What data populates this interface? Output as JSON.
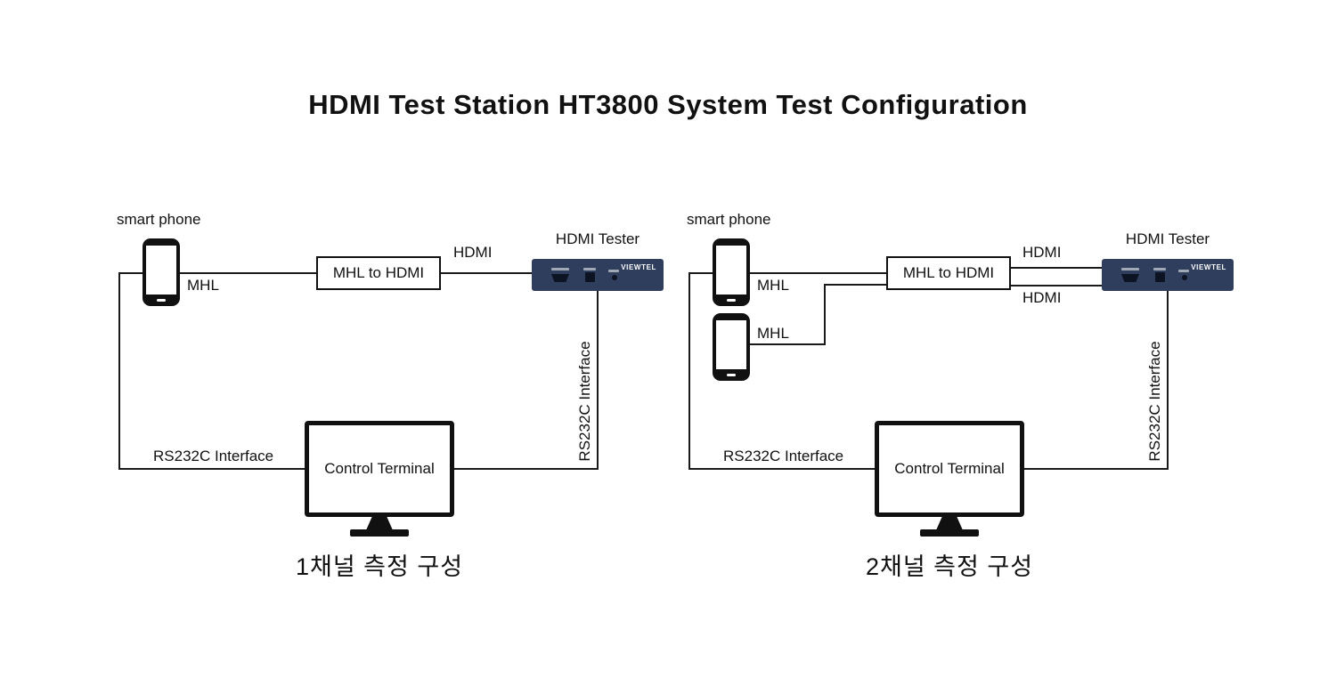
{
  "title": "HDMI Test Station HT3800 System Test Configuration",
  "colors": {
    "line": "#1a1a1a",
    "tester_bg": "#2f3e5c",
    "text": "#111111"
  },
  "d1": {
    "caption": "1채널 측정 구성",
    "smartphone": "smart phone",
    "mhl": "MHL",
    "converter": "MHL to HDMI",
    "hdmi": "HDMI",
    "tester_title": "HDMI Tester",
    "brand": "VIEWTEL",
    "rs232c_v": "RS232C Interface",
    "rs232c_h": "RS232C Interface",
    "terminal": "Control Terminal"
  },
  "d2": {
    "caption": "2채널 측정 구성",
    "smartphone": "smart phone",
    "mhl1": "MHL",
    "mhl2": "MHL",
    "converter": "MHL to HDMI",
    "hdmi1": "HDMI",
    "hdmi2": "HDMI",
    "tester_title": "HDMI Tester",
    "brand": "VIEWTEL",
    "rs232c_v": "RS232C Interface",
    "rs232c_h": "RS232C Interface",
    "terminal": "Control Terminal"
  }
}
